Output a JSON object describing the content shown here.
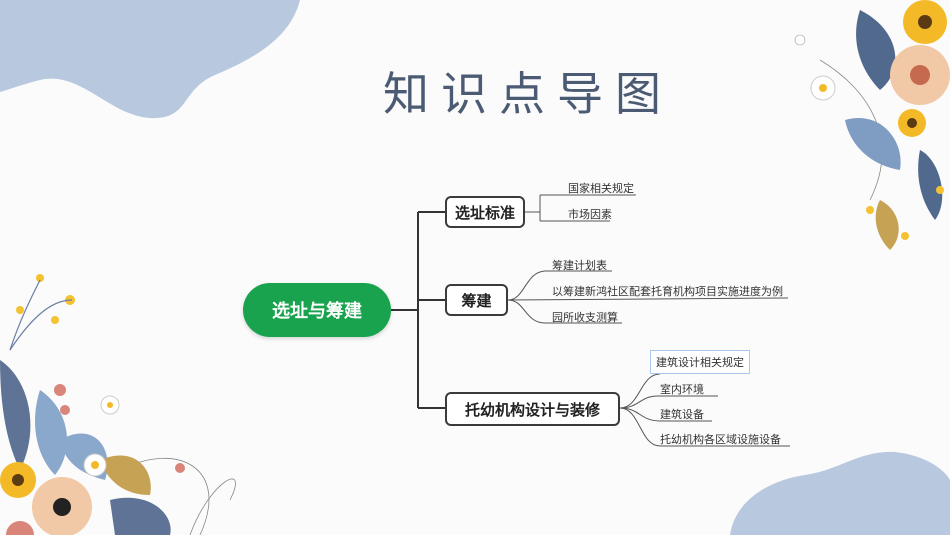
{
  "title": "知识点导图",
  "mindmap": {
    "root": "选址与筹建",
    "branches": [
      {
        "label": "选址标准",
        "children": [
          "国家相关规定",
          "市场因素"
        ]
      },
      {
        "label": "筹建",
        "children": [
          "筹建计划表",
          "以筹建新鸿社区配套托育机构项目实施进度为例",
          "园所收支测算"
        ]
      },
      {
        "label": "托幼机构设计与装修",
        "children": [
          "建筑设计相关规定",
          "室内环境",
          "建筑设备",
          "托幼机构各区域设施设备"
        ]
      }
    ]
  },
  "colors": {
    "root": "#1aa34e",
    "title": "#4b5b73",
    "blob": "#b8c8df"
  },
  "decor_icons": [
    "flower-bouquet-top-right",
    "flower-bouquet-bottom-left",
    "leaf-cluster"
  ]
}
